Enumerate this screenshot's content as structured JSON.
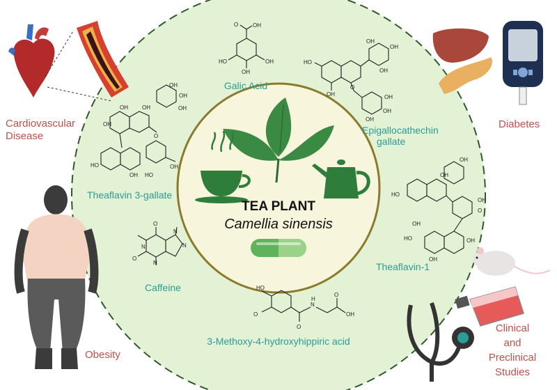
{
  "center": {
    "title": "TEA PLANT",
    "subtitle": "Camellia sinensis"
  },
  "compounds": {
    "gallic_acid": "Galic Acid",
    "egcg_line1": "Epigallocathechin",
    "egcg_line2": "gallate",
    "theaflavin_3_gallate": "Theaflavin 3-gallate",
    "theaflavin_1": "Theaflavin-1",
    "caffeine": "Caffeine",
    "hippuric": "3-Methoxy-4-hydroxyhippiric acid"
  },
  "outcomes": {
    "cardio_line1": "Cardiovascular",
    "cardio_line2": "Disease",
    "diabetes": "Diabetes",
    "obesity": "Obesity",
    "clinical_line1": "Clinical",
    "clinical_line2": "and",
    "clinical_line3": "Preclinical",
    "clinical_line4": "Studies"
  },
  "atoms": {
    "oh": "OH",
    "ho": "HO",
    "o": "O",
    "n": "N",
    "h": "H",
    "h3co": "O"
  },
  "colors": {
    "outer_circle_fill": "#e3f1d4",
    "outer_circle_stroke": "#2f5a2c",
    "inner_fill": "#f7f5dc",
    "inner_stroke": "#8c7a2c",
    "leaf": "#2e7d3a",
    "compound_text": "#2a9d95",
    "outcome_text": "#c0504d"
  }
}
